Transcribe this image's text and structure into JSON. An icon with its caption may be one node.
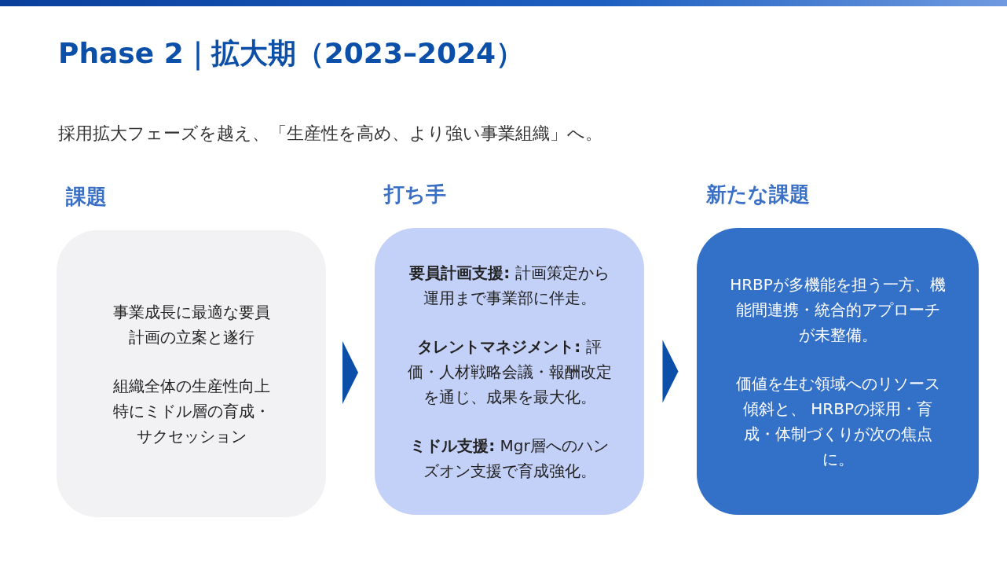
{
  "diagram": {
    "title": "Phase 2｜拡大期（2023–2024）",
    "nodes": [
      {
        "text": [
          "課題",
          "事業成長に最適な要員計画の立案と遂行",
          "組織全体の生産性向上特にミドル層の育成・サクセッション"
        ]
      },
      {
        "text": [
          "打ち手",
          "**要員計画支援:** 計画策定から運用まで事業部に伴走。",
          "**タレントマネジメント:** 評価・人材戦略会議・報酬改定を通じ、成果を最大化。",
          "**ミドル支援:** Mgr層へのハンズオン支援で育成強化。"
        ]
      },
      {
        "text": [
          "新たな課題",
          "HRBPが多機能を担う一方、機能間連携・統合的アプローチが未整備。",
          "価値を生む領域へのリソース傾斜と、 HRBPの採用・育成・体制づくりが次の焦点に。"
        ]
      }
    ],
    "edges": [
      {
        "from": 0,
        "to": 1,
        "arrow": "to"
      },
      {
        "from": 1,
        "to": 2,
        "arrow": "to"
      }
    ],
    "labels": [
      "採用拡大フェーズを越え、「生産性を高め、より強い事業組織」へ。"
    ]
  }
}
